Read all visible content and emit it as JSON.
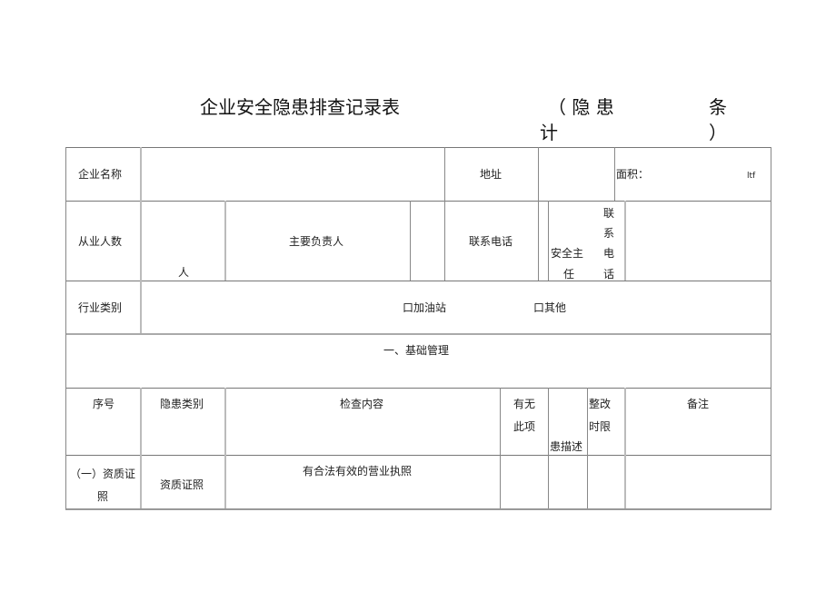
{
  "document": {
    "title": "企业安全隐患排查记录表",
    "title_suffix": {
      "part1": "（ 隐 患",
      "part2": "条",
      "part3": "计",
      "part4": "）"
    }
  },
  "info_table": {
    "company_name_label": "企业名称",
    "company_name_value": "",
    "address_label": "地址",
    "address_value": "",
    "area_label": "面积：",
    "area_unit": "ltf",
    "employees_label": "从业人数",
    "employees_unit": "人",
    "principal_label": "主要负责人",
    "principal_value": "",
    "phone_label": "联系电话",
    "phone_value": "",
    "safety_director_label_line1": "安全主",
    "safety_director_label_line2": "任",
    "safety_phone_label": [
      "联",
      "系",
      "电",
      "话"
    ],
    "safety_phone_value": "",
    "industry_label": "行业类别",
    "industry_options": [
      {
        "label": "口加油站"
      },
      {
        "label": "口其他"
      }
    ]
  },
  "section": {
    "title": "一、基础管理"
  },
  "checklist": {
    "headers": {
      "seq": "序号",
      "hazard_category": "隐患类别",
      "check_content": "检查内容",
      "exists_line1": "有无",
      "exists_line2": "此项",
      "hazard_desc": "患描述",
      "deadline_line1": "整改",
      "deadline_line2": "时限",
      "remarks": "备注"
    },
    "rows": [
      {
        "seq_line1": "（一）资质证",
        "seq_line2": "照",
        "hazard_category": "资质证照",
        "check_content": "有合法有效的营业执照",
        "exists": "",
        "hazard_desc": "",
        "deadline": "",
        "remarks": ""
      }
    ]
  }
}
